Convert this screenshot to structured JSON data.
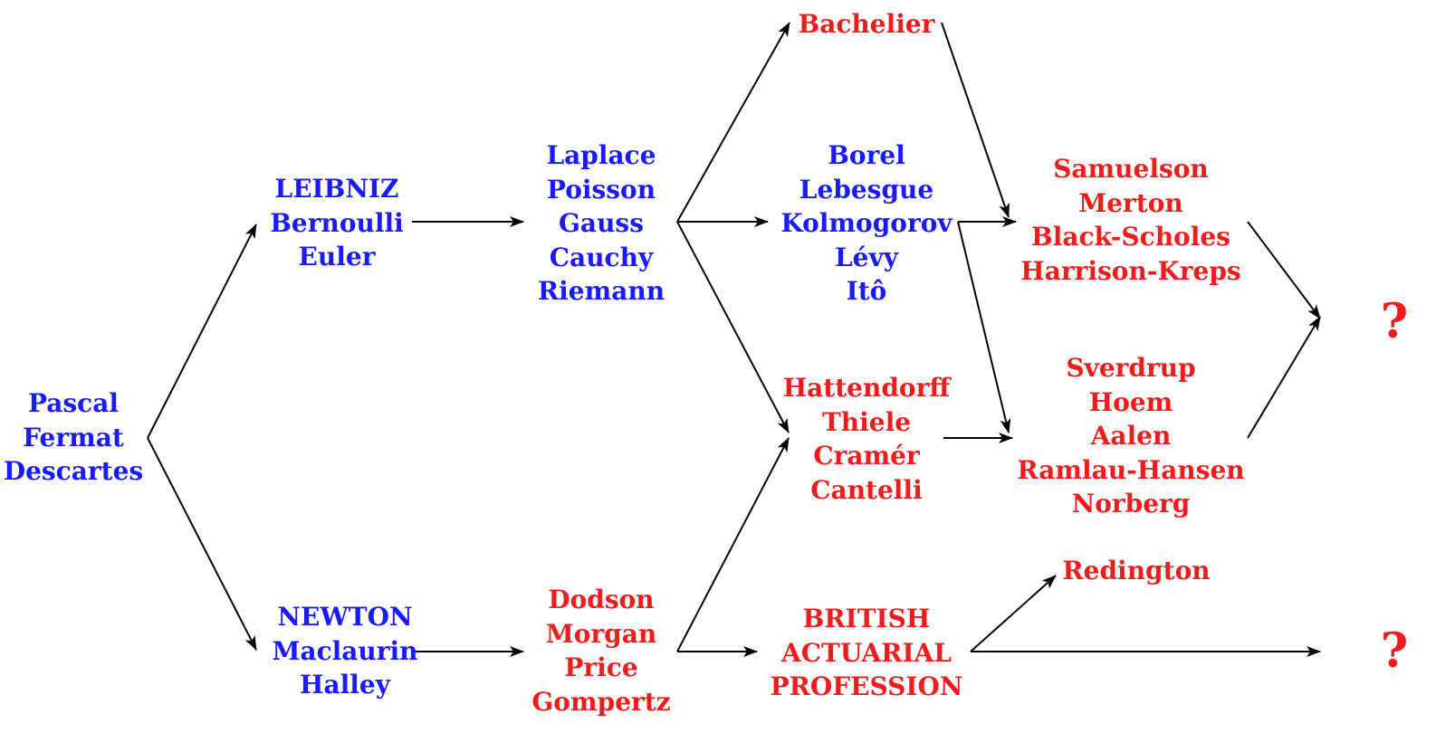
{
  "colors": {
    "blue": "#1a1aff",
    "red": "#ee1c1c",
    "arrow": "#000000"
  },
  "nodes": {
    "pascal": [
      "Pascal",
      "Fermat",
      "Descartes"
    ],
    "leibniz": [
      "LEIBNIZ",
      "Bernoulli",
      "Euler"
    ],
    "newton": [
      "NEWTON",
      "Maclaurin",
      "Halley"
    ],
    "laplace": [
      "Laplace",
      "Poisson",
      "Gauss",
      "Cauchy",
      "Riemann"
    ],
    "dodson": [
      "Dodson",
      "Morgan",
      "Price",
      "Gompertz"
    ],
    "bachelier": [
      "Bachelier"
    ],
    "borel": [
      "Borel",
      "Lebesgue",
      "Kolmogorov",
      "Lévy",
      "Itô"
    ],
    "hattendorff": [
      "Hattendorff",
      "Thiele",
      "Cramér",
      "Cantelli"
    ],
    "british": [
      "BRITISH",
      "ACTUARIAL",
      "PROFESSION"
    ],
    "samuelson": [
      "Samuelson",
      "Merton",
      "Black-Scholes",
      "Harrison-Kreps"
    ],
    "sverdrup": [
      "Sverdrup",
      "Hoem",
      "Aalen",
      "Ramlau-Hansen",
      "Norberg"
    ],
    "redington": [
      "Redington"
    ]
  },
  "question_marks": [
    "?",
    "?"
  ]
}
